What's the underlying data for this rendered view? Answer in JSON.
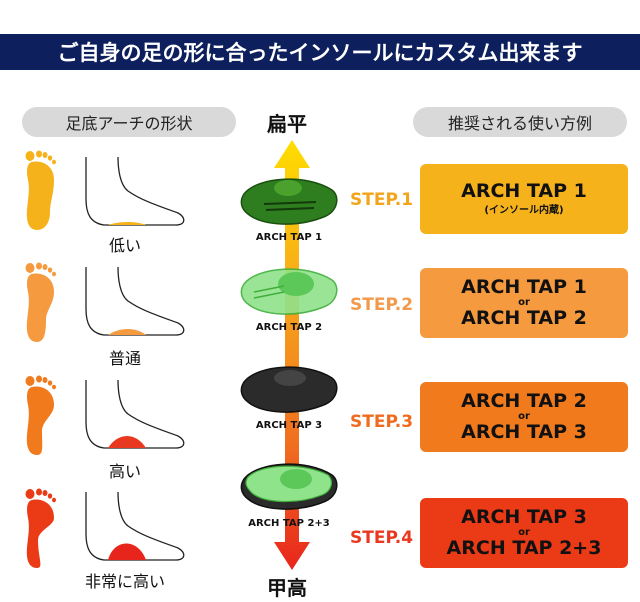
{
  "banner": {
    "title": "ご自身の足の形に合ったインソールにカスタム出来ます"
  },
  "headers": {
    "left": "足底アーチの形状",
    "right": "推奨される使い方例"
  },
  "axis": {
    "top": "扁平",
    "bottom": "甲高"
  },
  "rows": [
    {
      "condition": "低い",
      "insole": "ARCH TAP 1",
      "step": "STEP.1",
      "rec_line1": "ARCH TAP 1",
      "rec_or": "",
      "rec_line2": "",
      "rec_note": "(インソール内蔵)"
    },
    {
      "condition": "普通",
      "insole": "ARCH TAP 2",
      "step": "STEP.2",
      "rec_line1": "ARCH TAP 1",
      "rec_or": "or",
      "rec_line2": "ARCH TAP 2",
      "rec_note": ""
    },
    {
      "condition": "高い",
      "insole": "ARCH TAP 3",
      "step": "STEP.3",
      "rec_line1": "ARCH TAP 2",
      "rec_or": "or",
      "rec_line2": "ARCH TAP 3",
      "rec_note": ""
    },
    {
      "condition": "非常に高い",
      "insole": "ARCH TAP 2+3",
      "step": "STEP.4",
      "rec_line1": "ARCH TAP 3",
      "rec_or": "or",
      "rec_line2": "ARCH TAP 2+3",
      "rec_note": ""
    }
  ],
  "colors": {
    "banner": "#0d1f5c",
    "step1": "#f6b21b",
    "step2": "#f59a3e",
    "step3": "#f07a1c",
    "step4": "#ea3a16",
    "step1_text": "#f2a51a",
    "step2_text": "#f29a4a",
    "step3_text": "#ee6b1f",
    "step4_text": "#e8381f"
  }
}
